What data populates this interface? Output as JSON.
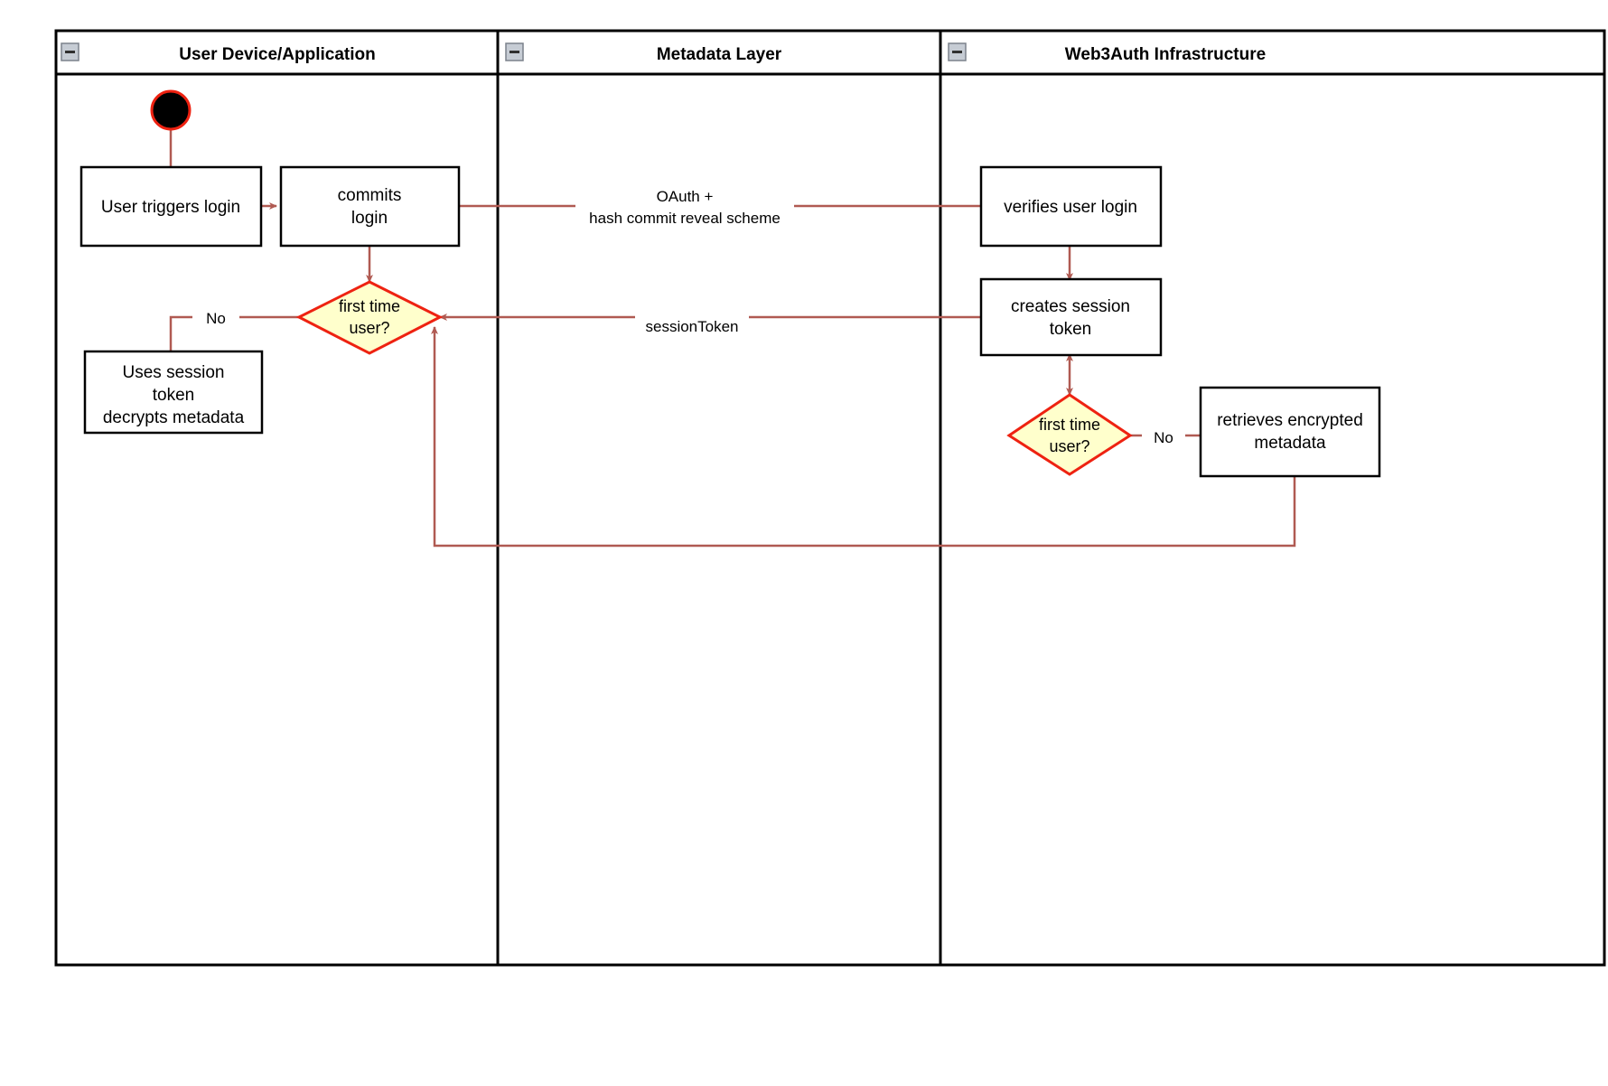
{
  "diagram": {
    "type": "uml-activity-swimlane",
    "background": "#ffffff",
    "colors": {
      "lane_border": "#000000",
      "lane_header_bg": "#ffffff",
      "node_border": "#000000",
      "node_fill": "#ffffff",
      "edge": "#b05a52",
      "decision_fill": "#ffffcc",
      "decision_border": "#ee2211",
      "start_fill": "#000000",
      "start_border": "#ee2211",
      "collapse_icon_fill": "#c0c8d0"
    }
  },
  "lanes": [
    {
      "id": "lane-user-device",
      "title": "User Device/Application",
      "collapse_icon": "collapse-minus-icon"
    },
    {
      "id": "lane-metadata",
      "title": "Metadata Layer",
      "collapse_icon": "collapse-minus-icon"
    },
    {
      "id": "lane-web3auth",
      "title": "Web3Auth Infrastructure",
      "collapse_icon": "collapse-minus-icon"
    }
  ],
  "nodes": {
    "start": {
      "shape": "initial-node",
      "label": ""
    },
    "user_triggers_login": {
      "shape": "action",
      "lines": [
        "User triggers login"
      ]
    },
    "commits_login": {
      "shape": "action",
      "lines": [
        "commits",
        "login"
      ]
    },
    "first_time_user_left": {
      "shape": "decision",
      "lines": [
        "first time",
        "user?"
      ]
    },
    "uses_session_token": {
      "shape": "action",
      "lines": [
        "Uses session",
        "token",
        "decrypts metadata"
      ]
    },
    "verifies_user_login": {
      "shape": "action",
      "lines": [
        "verifies user login"
      ]
    },
    "creates_session_token": {
      "shape": "action",
      "lines": [
        "creates session",
        "token"
      ]
    },
    "first_time_user_right": {
      "shape": "decision",
      "lines": [
        "first time",
        "user?"
      ]
    },
    "retrieves_encrypted_metadata": {
      "shape": "action",
      "lines": [
        "retrieves encrypted",
        "metadata"
      ]
    }
  },
  "edges": [
    {
      "id": "edge-start-to-trigger",
      "from": "start",
      "to": "user_triggers_login",
      "label": ""
    },
    {
      "id": "edge-trigger-to-commits",
      "from": "user_triggers_login",
      "to": "commits_login",
      "label": ""
    },
    {
      "id": "edge-commits-to-verifies",
      "from": "commits_login",
      "to": "verifies_user_login",
      "label_lines": [
        "OAuth +",
        "hash commit reveal scheme"
      ]
    },
    {
      "id": "edge-commits-to-decision",
      "from": "commits_login",
      "to": "first_time_user_left",
      "label": ""
    },
    {
      "id": "edge-decision-no-left",
      "from": "first_time_user_left",
      "to": "uses_session_token",
      "label": "No"
    },
    {
      "id": "edge-verifies-to-creates",
      "from": "verifies_user_login",
      "to": "creates_session_token",
      "label": ""
    },
    {
      "id": "edge-creates-to-decision-left",
      "from": "creates_session_token",
      "to": "first_time_user_left",
      "label": "sessionToken"
    },
    {
      "id": "edge-creates-to-decision-right",
      "from": "creates_session_token",
      "to": "first_time_user_right",
      "label": "",
      "double_headed": true
    },
    {
      "id": "edge-decision-no-right",
      "from": "first_time_user_right",
      "to": "retrieves_encrypted_metadata",
      "label": "No"
    },
    {
      "id": "edge-retrieves-back-to-decision-left",
      "from": "retrieves_encrypted_metadata",
      "to": "first_time_user_left",
      "label": ""
    }
  ],
  "labels": {
    "oauth_line1": "OAuth +",
    "oauth_line2": "hash commit reveal scheme",
    "session_token": "sessionToken",
    "no_left": "No",
    "no_right": "No"
  }
}
